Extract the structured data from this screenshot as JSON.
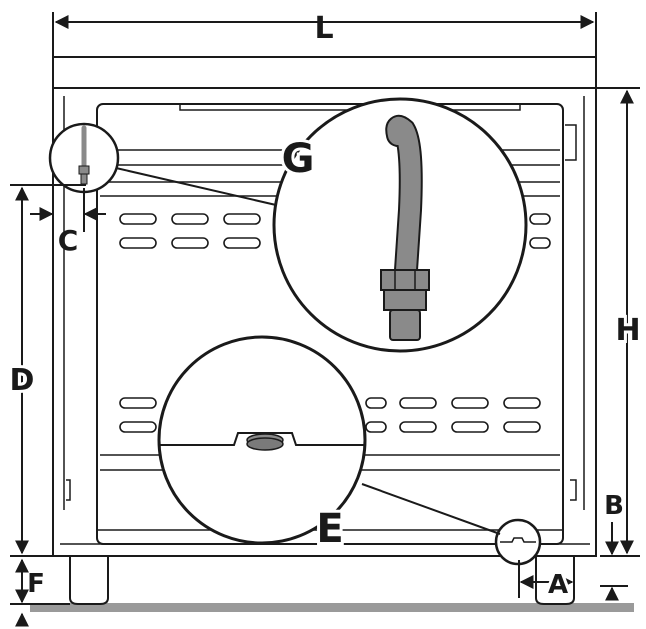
{
  "labels": {
    "L": "L",
    "H": "H",
    "D": "D",
    "C": "C",
    "B": "B",
    "A": "A",
    "F": "F",
    "G": "G",
    "E": "E"
  },
  "colors": {
    "line": "#1a1a1a",
    "pipe": "#8a8a8a",
    "floor": "#9a9a9a",
    "background": "#ffffff"
  },
  "icons": {
    "gas_connector": "gas-pipe-icon",
    "outlet": "outlet-icon"
  }
}
